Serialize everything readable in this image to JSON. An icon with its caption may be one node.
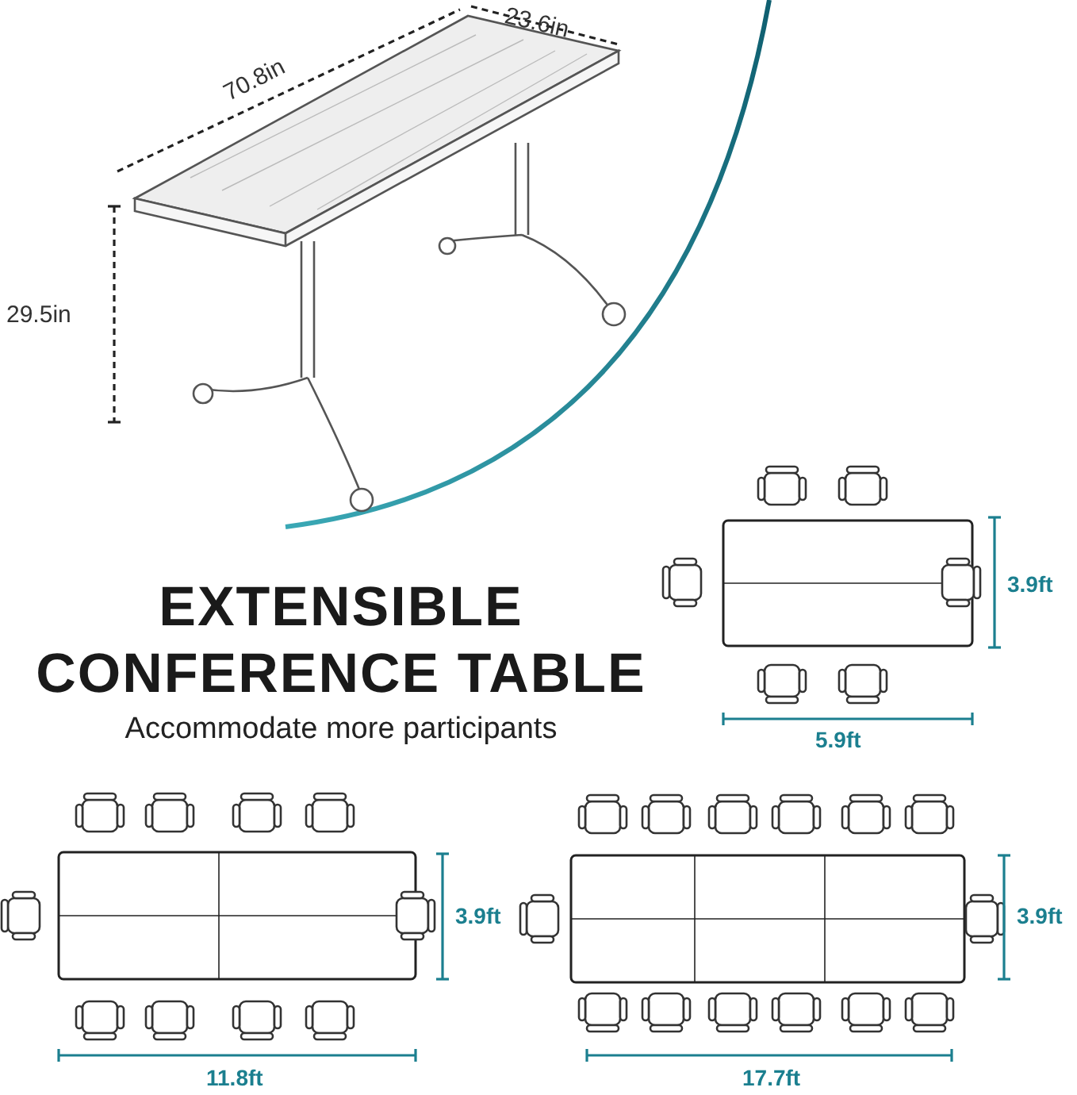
{
  "diagram": {
    "title": "EXTENSIBLE CONFERENCE TABLE",
    "caption": "Accommodate more participants",
    "labels": [
      "23.6in",
      "70.8in",
      "29.5in",
      "3.9ft",
      "5.9ft",
      "3.9ft",
      "11.8ft",
      "3.9ft",
      "17.7ft"
    ]
  }
}
